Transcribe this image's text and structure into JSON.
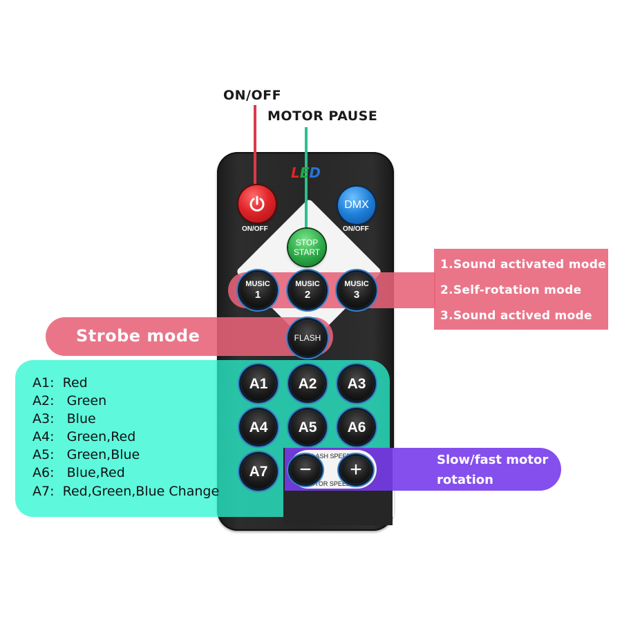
{
  "callouts": {
    "on_off": "ON/OFF",
    "motor_pause": "MOTOR PAUSE",
    "music_modes": [
      "1.Sound activated mode",
      "2.Self-rotation mode",
      "3.Sound actived mode"
    ],
    "strobe": "Strobe mode",
    "speed": [
      "Slow/fast motor",
      "rotation"
    ]
  },
  "remote": {
    "brand": "LED",
    "power_caption": "ON/OFF",
    "dmx_label": "DMX",
    "dmx_caption": "ON/OFF",
    "stop_start": [
      "STOP",
      "START"
    ],
    "music_buttons": [
      {
        "top": "MUSIC",
        "num": "1"
      },
      {
        "top": "MUSIC",
        "num": "2"
      },
      {
        "top": "MUSIC",
        "num": "3"
      }
    ],
    "flash": "FLASH",
    "a_buttons": [
      "A1",
      "A2",
      "A3",
      "A4",
      "A5",
      "A6",
      "A7"
    ],
    "flash_speed": "FLASH SPEED",
    "motor_speed": "MOTOR SPEED",
    "minus": "−",
    "plus": "+"
  },
  "color_legend": [
    {
      "key": "A1:",
      "value": "Red"
    },
    {
      "key": "A2:",
      "value": "Green"
    },
    {
      "key": "A3:",
      "value": "Blue"
    },
    {
      "key": "A4:",
      "value": "Green,Red"
    },
    {
      "key": "A5:",
      "value": "Green,Blue"
    },
    {
      "key": "A6:",
      "value": "Blue,Red"
    },
    {
      "key": "A7:",
      "value": "Red,Green,Blue Change"
    }
  ],
  "colors": {
    "remote_body": "#262626",
    "power_red": "#e0262a",
    "dmx_blue": "#1f7fd8",
    "stop_green": "#2fae4a",
    "pink_overlay": "#e76279",
    "cyan_overlay": "#28f5d2",
    "purple_overlay": "#783ceb",
    "lead_line_red": "#d93a4a",
    "lead_line_green": "#28c28a"
  }
}
